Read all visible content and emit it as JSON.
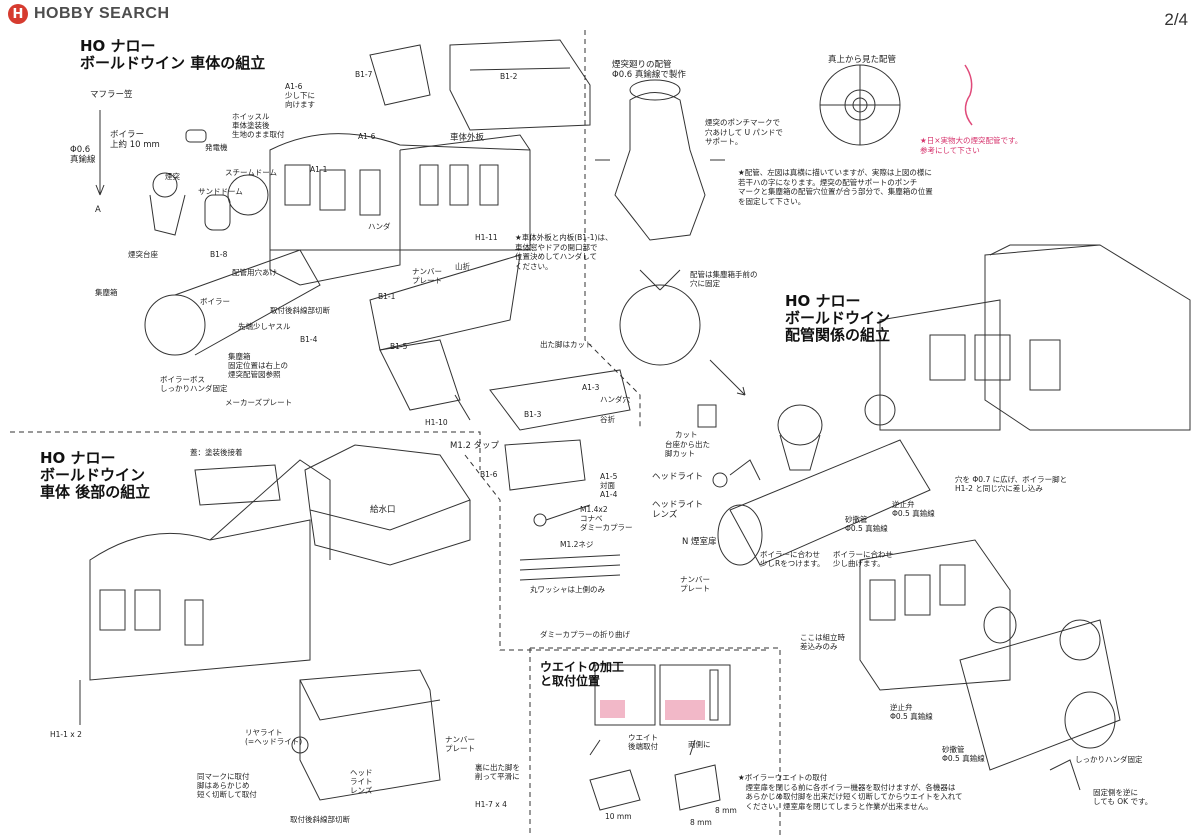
{
  "header": {
    "logo_text": "HOBBY SEARCH",
    "logo_mark": "H",
    "page_indicator": "2/4"
  },
  "sections": {
    "body_assembly": {
      "title": "HO ナロー\nボールドウイン 車体の組立",
      "labels": {
        "muffler": "マフラー笠",
        "wire06": "Φ0.6\n真鍮線",
        "boiler_up": "ボイラー\n上約 10 mm",
        "whistle": "ホイッスル\n車体塗装後\n生地のまま取付",
        "dynamo": "発電機",
        "steam_dome": "スチームドーム",
        "sand_dome": "サンドドーム",
        "chimney": "煙突",
        "chimney_base": "煙突台座",
        "smokebox": "集塵箱",
        "boiler": "ボイラー",
        "pipe_hole": "配管用穴あけ",
        "cut_rear": "取付後斜線部切断",
        "file_tip": "先端少しヤスル",
        "smokebox_fix": "集塵箱\n固定位置は右上の\n煙突配管図参照",
        "boiler_boss": "ボイラーボス\nしっかりハンダ固定",
        "maker_plate": "メーカーズプレート",
        "a16_note": "A1-6\n少し下に\n向けます",
        "outer_plate": "車体外板",
        "number_plate": "ナンバー\nプレート",
        "yama": "山折",
        "tani": "谷折",
        "handa": "ハンダ",
        "star_note": "★車体外板と内板(B1-1)は、\n車体窓やドアの開口部で\n位置決めしてハンダして\nください。",
        "cut_leg": "出た脚はカット",
        "handa_hole": "ハンダ穴",
        "m12_tap": "M1.2 タップ",
        "m14": "M1.4x2\nコナベ\nダミーカプラー",
        "m12_screw": "M1.2ネジ",
        "washer": "丸ワッシャは上側のみ",
        "coupler_fold": "ダミーカプラーの折り曲げ",
        "a15": "A1-5\n対面\nA1-4"
      },
      "parts": [
        "B1-7",
        "B1-2",
        "A1-6",
        "A1-1",
        "B1-8",
        "B1-1",
        "B1-4",
        "B1-5",
        "H1-10",
        "H1-11",
        "A1-3",
        "B1-3",
        "B1-6",
        "A"
      ]
    },
    "piping": {
      "chimney_pipe": "煙突廻りの配管\nΦ0.6 真鍮線で製作",
      "top_view": "真上から見た配管",
      "punch_note": "煙突のポンチマークで\n穴あけして U パンドで\nサポート。",
      "pipe_note": "★配管、左図は真横に描いていますが、実際は上図の様に\n若干ハの字になります。煙突の配管サポートのポンチ\nマークと集塵箱の配管穴位置が合う部分で、集塵箱の位置\nを固定して下さい。",
      "front_fix": "配管は集塵箱手前の\n穴に固定",
      "red_note": "★日×実物大の煙突配管です。\n参考にして下さい",
      "title": "HO ナロー\nボールドウイン\n配管関係の組立",
      "headlight": "ヘッドライト",
      "headlight_lens": "ヘッドライト\nレンズ",
      "door": "N 煙室扉",
      "number_plate": "ナンバー\nプレート",
      "cut": "カット",
      "cut_note": "台座から出た\n脚カット",
      "boiler_match1": "ボイラーに合わせ\n少しRをつけます。",
      "boiler_match2": "ボイラーに合わせ\n少し曲げます。",
      "sand_pipe": "砂撒管\nΦ0.5 真鍮線",
      "check_valve": "逆止弁\nΦ0.5 真鍮線",
      "hole_note": "穴を Φ0.7 に広げ、ボイラー脚と\nH1-2 と同じ穴に差し込み",
      "insert_note": "ここは組立時\n差込みのみ",
      "check_valve2": "逆止弁\nΦ0.5 真鍮線",
      "sand_pipe2": "砂撒管\nΦ0.5 真鍮線",
      "solder_fix": "しっかりハンダ固定",
      "reverse_ok": "固定側を逆に\nしても OK です。"
    },
    "rear_body": {
      "title": "HO ナロー\nボールドウイン\n車体 後部の組立",
      "lid_note": "蓋：塗装後接着",
      "water_inlet": "給水口",
      "rear_light": "リヤライト\n(=ヘッドライト)",
      "same_mark": "同マークに取付\n脚はあらかじめ\n短く切断して取付",
      "light_lens": "ヘッド\nライト\nレンズ",
      "number_plate": "ナンバー\nプレート",
      "flatten": "裏に出た脚を\n削って平滑に",
      "cut_after": "取付後斜線部切断",
      "h17": "H1-7 x 4",
      "h11": "H1-1 x 2"
    },
    "weight": {
      "title": "ウエイトの加工\nと取付位置",
      "weight_pos": "ウエイト\n後端取付",
      "both_sides": "両側に",
      "note": "★ボイラーウエイトの取付\n　煙室扉を閉じる前に各ボイラー機器を取付けますが、各機器は\n　あらかじめ取付脚を出来だけ短く切断してからウエイトを入れて\n　ください。煙室扉を閉じてしまうと作業が出来ません。",
      "dim10": "10 mm",
      "dim8a": "8 mm",
      "dim8b": "8 mm"
    }
  }
}
